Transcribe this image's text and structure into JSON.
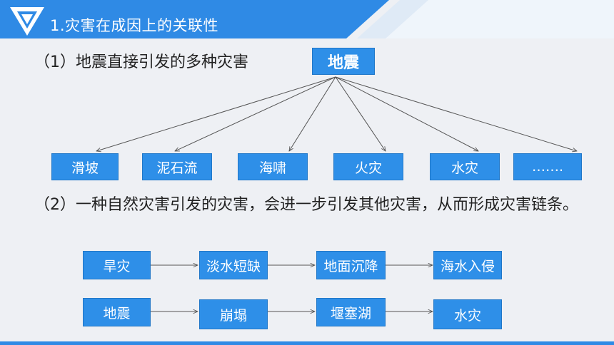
{
  "header": {
    "title": "1.灾害在成因上的关联性"
  },
  "section1": {
    "heading": "（1）地震直接引发的多种灾害",
    "source": "地震",
    "targets": [
      "滑坡",
      "泥石流",
      "海啸",
      "火灾",
      "水灾",
      "……."
    ]
  },
  "section2": {
    "heading": "（2）一种自然灾害引发的灾害，会进一步引发其他灾害，从而形成灾害链条。",
    "chain1": [
      "旱灾",
      "淡水短缺",
      "地面沉降",
      "海水入侵"
    ],
    "chain2": [
      "地震",
      "崩塌",
      "堰塞湖",
      "水灾"
    ]
  },
  "colors": {
    "accent": "#2e8fe8",
    "banner": "#2f8ae5",
    "background": "#eef0f4"
  }
}
